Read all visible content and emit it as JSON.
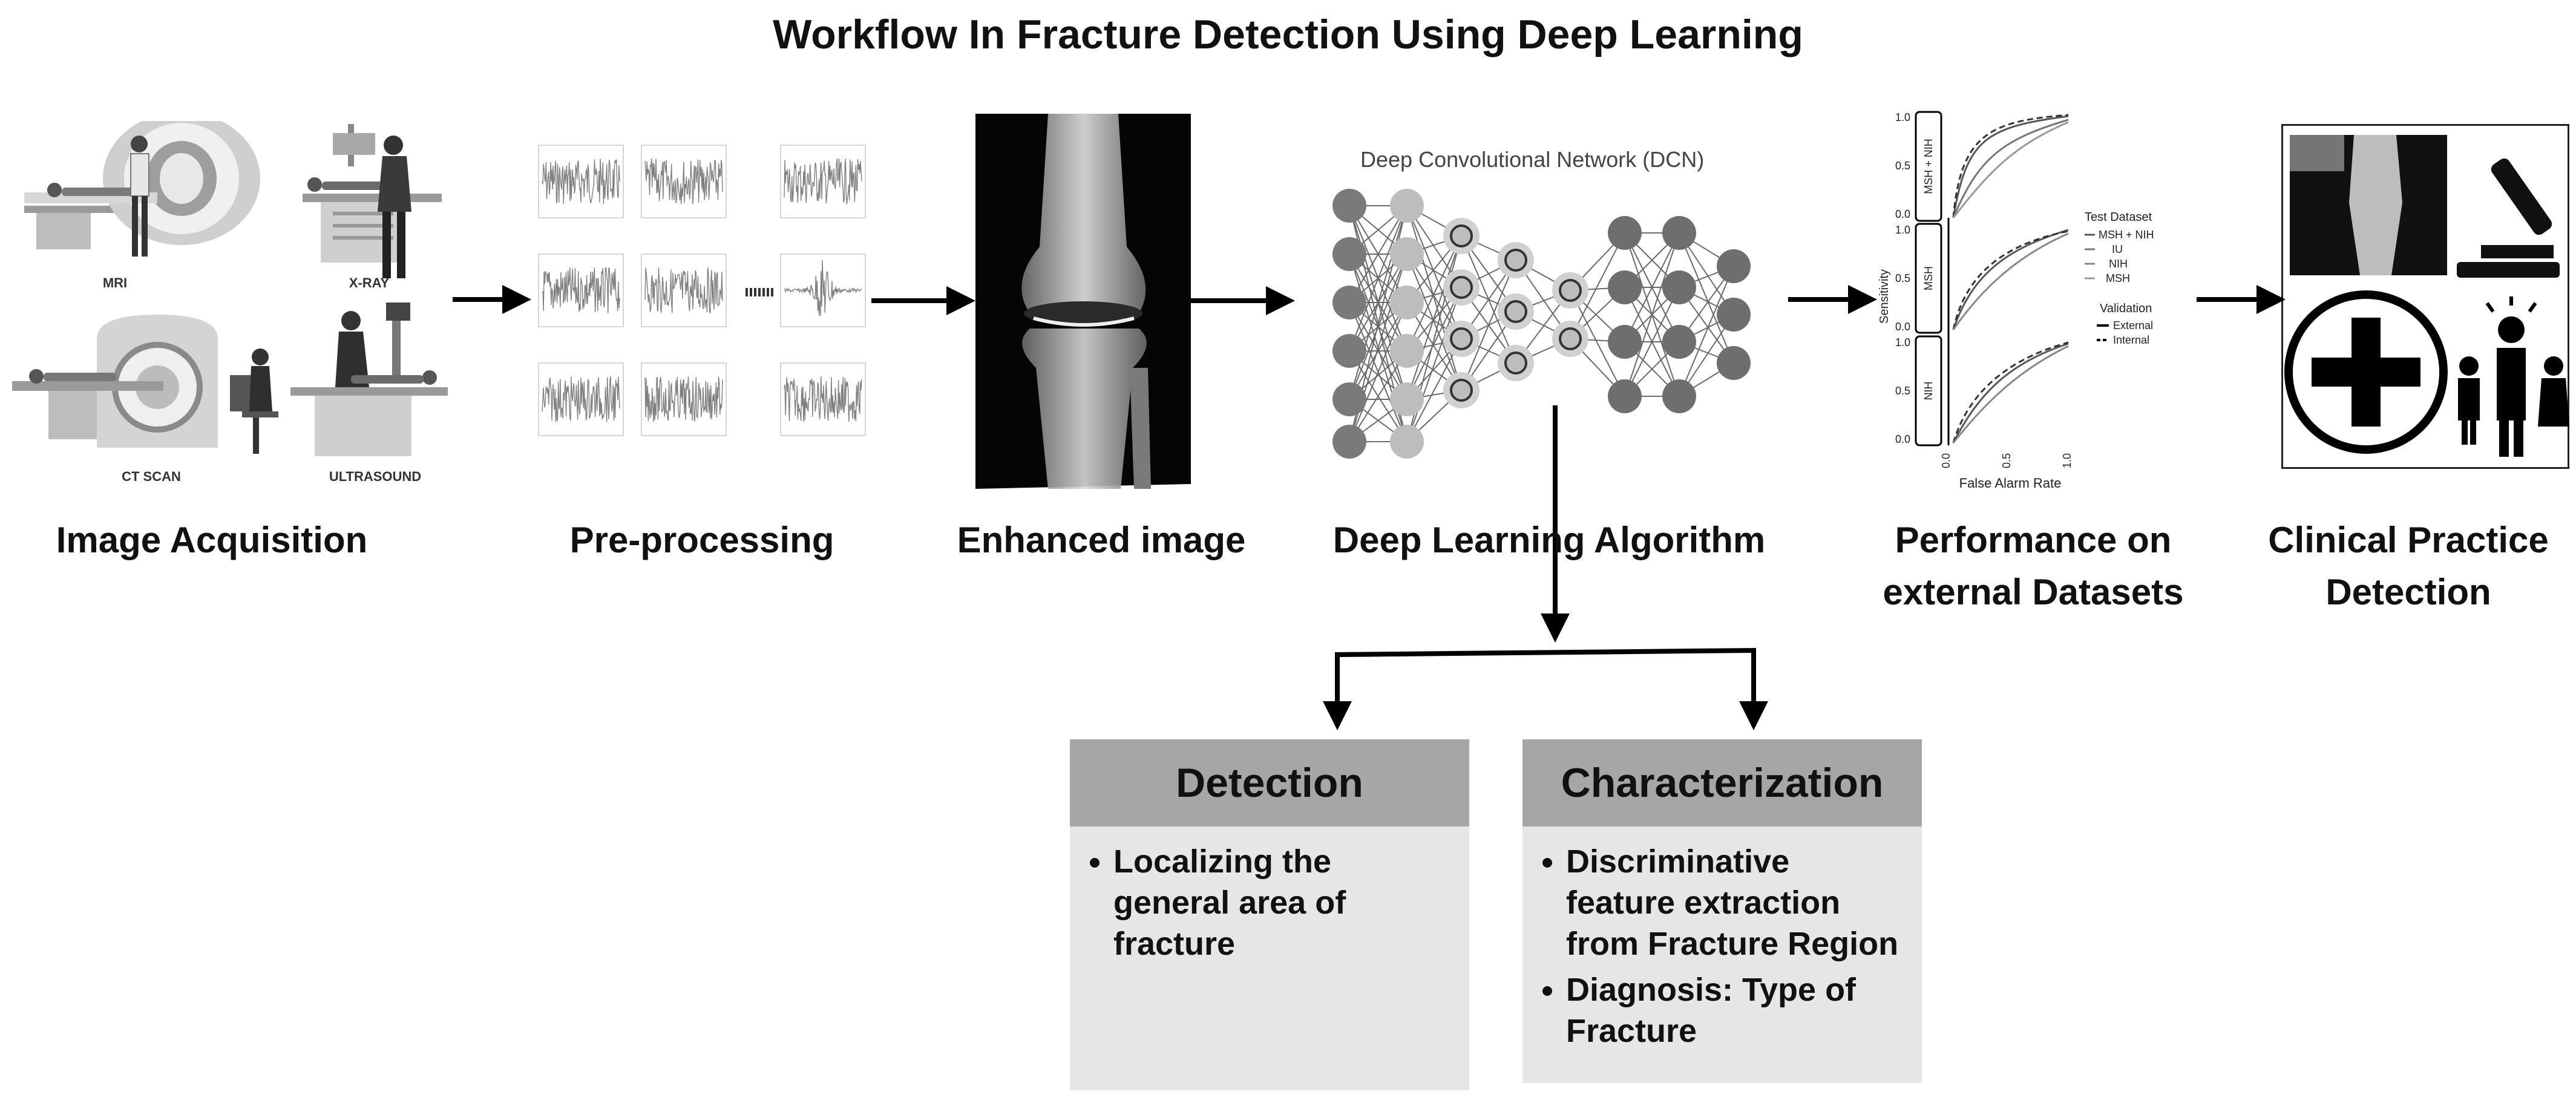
{
  "title": "Workflow In Fracture Detection Using Deep Learning",
  "stages": [
    {
      "label": "Image Acquisition"
    },
    {
      "label": "Pre-processing"
    },
    {
      "label": "Enhanced image"
    },
    {
      "label": "Deep Learning Algorithm"
    },
    {
      "label_line1": "Performance on",
      "label_line2": "external Datasets"
    },
    {
      "label_line1": "Clinical Practice",
      "label_line2": "Detection"
    }
  ],
  "acquisition": {
    "modalities": [
      "MRI",
      "X-RAY",
      "CT SCAN",
      "ULTRASOUND"
    ]
  },
  "network": {
    "title": "Deep Convolutional Network (DCN)"
  },
  "performance_chart": {
    "y_axis_label": "Sensitivity",
    "x_axis_label": "False Alarm Rate",
    "y_ticks": [
      "1.0",
      "0.5",
      "0.0"
    ],
    "x_ticks": [
      "0.0",
      "0.5",
      "1.0"
    ],
    "panels": [
      "MSH + NIH",
      "MSH",
      "NIH"
    ],
    "legend_test_title": "Test Dataset",
    "legend_test_items": [
      "MSH + NIH",
      "IU",
      "NIH",
      "MSH"
    ],
    "legend_validation_title": "Validation",
    "legend_validation_items": [
      "External",
      "Internal"
    ]
  },
  "boxes": {
    "detection": {
      "title": "Detection",
      "bullets": [
        "Localizing the general area of fracture"
      ]
    },
    "characterization": {
      "title": "Characterization",
      "bullets": [
        "Discriminative feature extraction from Fracture Region",
        "Diagnosis: Type of Fracture"
      ]
    }
  },
  "colors": {
    "box_header": "#a6a6a6",
    "box_body": "#e6e6e6",
    "arrow": "#000000"
  }
}
